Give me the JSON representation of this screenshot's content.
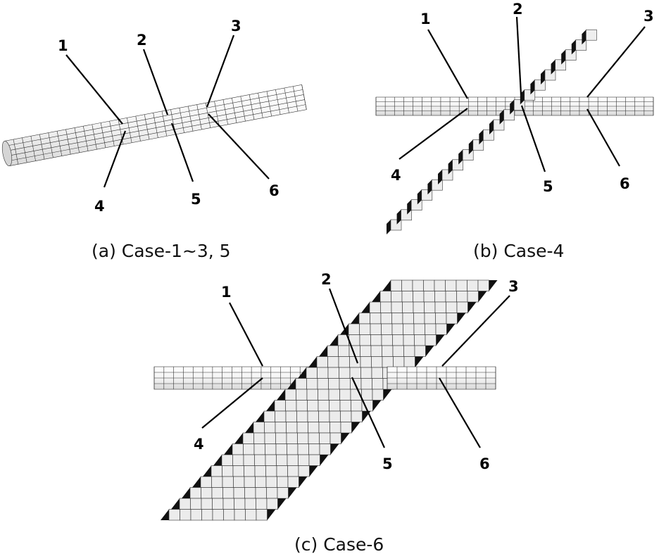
{
  "panels": [
    {
      "id": "a",
      "caption": "(a) Case-1~3, 5",
      "points": [
        "1",
        "2",
        "3",
        "4",
        "5",
        "6"
      ]
    },
    {
      "id": "b",
      "caption": "(b) Case-4",
      "points": [
        "1",
        "2",
        "3",
        "4",
        "5",
        "6"
      ]
    },
    {
      "id": "c",
      "caption": "(c) Case-6",
      "points": [
        "1",
        "2",
        "3",
        "4",
        "5",
        "6"
      ]
    }
  ]
}
